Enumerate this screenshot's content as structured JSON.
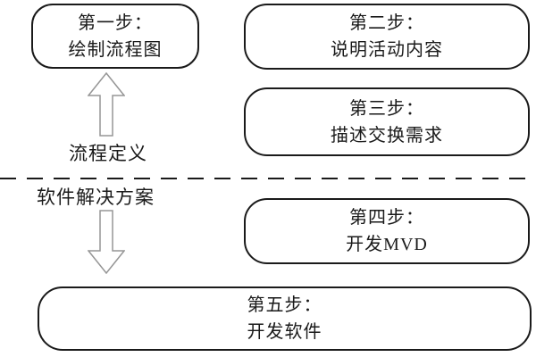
{
  "diagram": {
    "boxes": [
      {
        "id": "step1",
        "line1": "第一步：",
        "line2": "绘制流程图"
      },
      {
        "id": "step2",
        "line1": "第二步：",
        "line2": "说明活动内容"
      },
      {
        "id": "step3",
        "line1": "第三步：",
        "line2": "描述交换需求"
      },
      {
        "id": "step4",
        "line1": "第四步：",
        "line2": "开发MVD"
      },
      {
        "id": "step5",
        "line1": "第五步：",
        "line2": "开发软件"
      }
    ],
    "labels": {
      "process_definition": "流程定义",
      "software_solution": "软件解决方案"
    },
    "icons": {
      "up_arrow": "arrow-up-icon",
      "down_arrow": "arrow-down-icon"
    },
    "colors": {
      "background": "#ffffff",
      "box_border": "#1a1a1a",
      "text": "#1a1a1a",
      "arrow_outline": "#969696",
      "divider": "#1a1a1a"
    }
  }
}
